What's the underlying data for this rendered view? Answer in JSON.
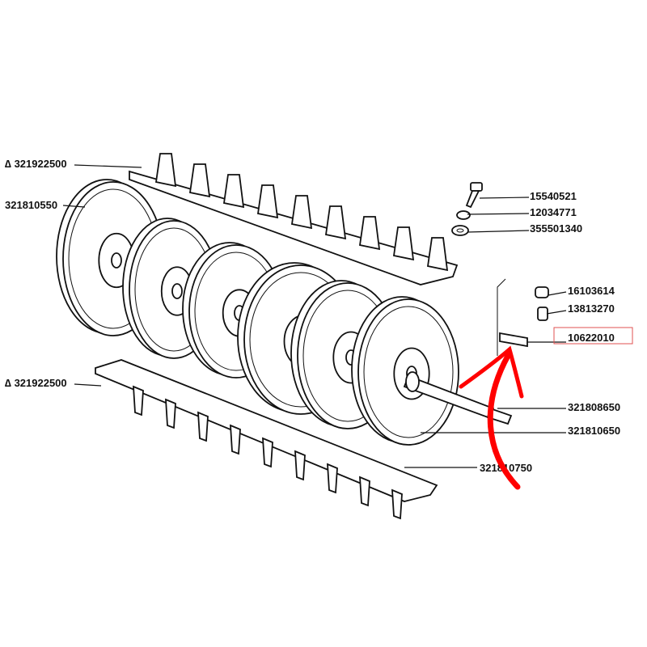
{
  "labels": {
    "top_comb": "∆ 321922500",
    "bottom_comb": "∆ 321922500",
    "end_plate": "321810550",
    "bolt": "15540521",
    "lock_washer": "12034771",
    "washer": "355501340",
    "nut": "16103614",
    "set_screw": "13813270",
    "key": "10622010",
    "shaft": "321808650",
    "drum": "321810650",
    "strip": "321810750"
  },
  "highlight": {
    "part": "10622010",
    "box_color": "#e05050",
    "arrow_color": "#ff0000"
  }
}
